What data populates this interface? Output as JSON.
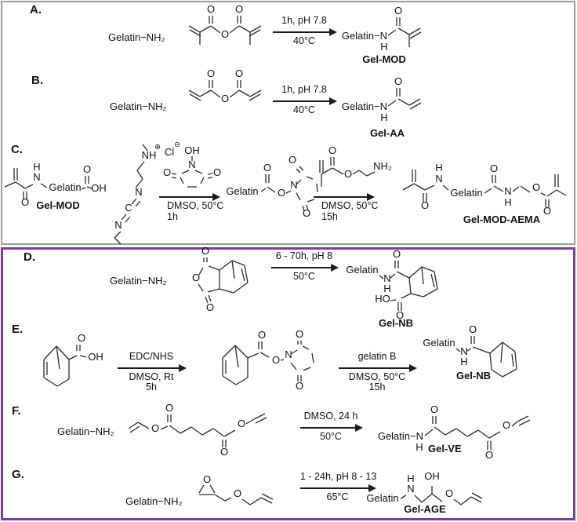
{
  "colors": {
    "top_panel_border": "#9b9b9b",
    "bottom_panel_border": "#7a3f9c",
    "bond_stroke": "#2b2b2b",
    "background": "#ffffff"
  },
  "atoms": {
    "O": "O",
    "OH": "OH",
    "HO": "HO",
    "N": "N",
    "H": "H",
    "C": "C",
    "NH": "NH",
    "Cl": "Cl",
    "NH2": "NH₂",
    "plus": "⊕",
    "minus": "⊖",
    "Gelatin": "Gelatin",
    "GelatinN": "Gelatin−N"
  },
  "rows": {
    "A": {
      "label": "A.",
      "reactant": "Gelatin−NH₂",
      "cond_top": "1h, pH 7.8",
      "cond_bottom": "40°C",
      "product": "Gel-MOD"
    },
    "B": {
      "label": "B.",
      "reactant": "Gelatin−NH₂",
      "cond_top": "1h, pH 7.8",
      "cond_bottom": "40°C",
      "product": "Gel-AA"
    },
    "C": {
      "label": "C.",
      "start_name": "Gel-MOD",
      "arrow1": {
        "cond1": "DMSO, 50°C",
        "cond2": "1h"
      },
      "arrow2": {
        "cond1": "DMSO, 50°C",
        "cond2": "15h"
      },
      "product": "Gel-MOD-AEMA"
    },
    "D": {
      "label": "D.",
      "reactant": "Gelatin−NH₂",
      "cond_top": "6 - 70h, pH 8",
      "cond_bottom": "50°C",
      "product": "Gel-NB"
    },
    "E": {
      "label": "E.",
      "arrow1": {
        "top": "EDC/NHS",
        "cond1": "DMSO, Rt",
        "cond2": "5h"
      },
      "arrow2": {
        "top": "gelatin B",
        "cond1": "DMSO, 50°C",
        "cond2": "15h"
      },
      "product": "Gel-NB"
    },
    "F": {
      "label": "F.",
      "reactant": "Gelatin−NH₂",
      "cond_top": "DMSO, 24 h",
      "cond_bottom": "50°C",
      "product": "Gel-VE"
    },
    "G": {
      "label": "G.",
      "reactant": "Gelatin−NH₂",
      "cond_top": "1 - 24h, pH 8 - 13",
      "cond_bottom": "65°C",
      "product": "Gel-AGE"
    }
  }
}
